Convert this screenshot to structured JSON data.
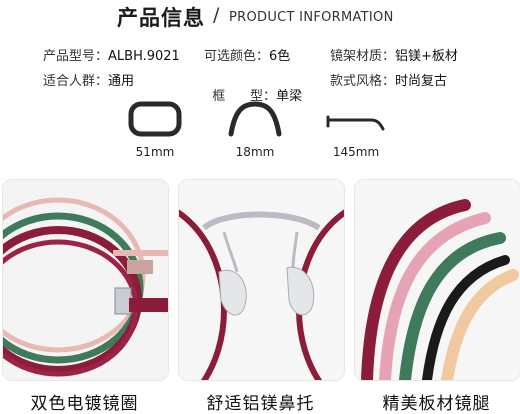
{
  "header": {
    "title_cn": "产品信息",
    "slash": "/",
    "title_en": "PRODUCT INFORMATION"
  },
  "specs": {
    "row1": [
      {
        "label": "产品型号：",
        "value": "ALBH.9021"
      },
      {
        "label": "可选颜色：",
        "value": "6色"
      },
      {
        "label": "镜架材质：",
        "value": "铝镁+板材"
      }
    ],
    "row2": [
      {
        "label": "适合人群：",
        "value": "通用"
      },
      {
        "label": "框      型：",
        "value": "单梁"
      },
      {
        "label": "款式风格：",
        "value": "时尚复古"
      }
    ]
  },
  "dimensions": [
    {
      "icon": "lens-width-icon",
      "value": "51mm"
    },
    {
      "icon": "bridge-width-icon",
      "value": "18mm"
    },
    {
      "icon": "temple-length-icon",
      "value": "145mm"
    }
  ],
  "features": [
    {
      "caption": "双色电镀镜圈",
      "image": "double-color-rim-photo"
    },
    {
      "caption": "舒适铝镁鼻托",
      "image": "nose-pad-photo"
    },
    {
      "caption": "精美板材镜腿",
      "image": "acetate-temples-photo"
    }
  ],
  "colors": {
    "wine": "#8b1c3a",
    "pink": "#e7a3b6",
    "green": "#3f7a5a",
    "amber": "#f0c9a0",
    "silver": "#c9ccd2",
    "black": "#1a1a1a"
  }
}
